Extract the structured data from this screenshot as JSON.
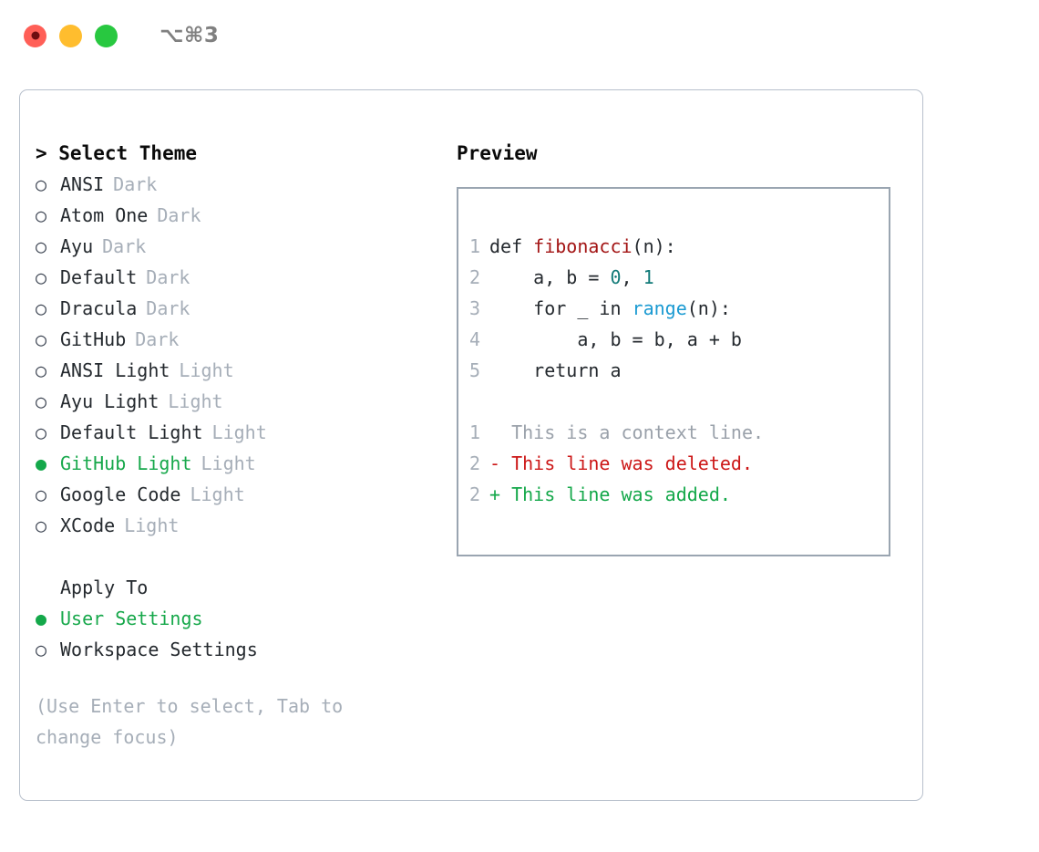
{
  "titlebar": {
    "shortcut": "⌥⌘3",
    "buttons": [
      {
        "name": "close",
        "color": "#ff5f57"
      },
      {
        "name": "minimize",
        "color": "#ffbd2e"
      },
      {
        "name": "maximize",
        "color": "#28c840"
      }
    ]
  },
  "theme_picker": {
    "header": "> Select Theme",
    "items": [
      {
        "marker": "○",
        "label": "ANSI",
        "tag": "Dark",
        "selected": false
      },
      {
        "marker": "○",
        "label": "Atom One",
        "tag": "Dark",
        "selected": false
      },
      {
        "marker": "○",
        "label": "Ayu",
        "tag": "Dark",
        "selected": false
      },
      {
        "marker": "○",
        "label": "Default",
        "tag": "Dark",
        "selected": false
      },
      {
        "marker": "○",
        "label": "Dracula",
        "tag": "Dark",
        "selected": false
      },
      {
        "marker": "○",
        "label": "GitHub",
        "tag": "Dark",
        "selected": false
      },
      {
        "marker": "○",
        "label": "ANSI Light",
        "tag": "Light",
        "selected": false
      },
      {
        "marker": "○",
        "label": "Ayu Light",
        "tag": "Light",
        "selected": false
      },
      {
        "marker": "○",
        "label": "Default Light",
        "tag": "Light",
        "selected": false
      },
      {
        "marker": "●",
        "label": "GitHub Light",
        "tag": "Light",
        "selected": true
      },
      {
        "marker": "○",
        "label": "Google Code",
        "tag": "Light",
        "selected": false
      },
      {
        "marker": "○",
        "label": "XCode",
        "tag": "Light",
        "selected": false
      }
    ]
  },
  "apply_to": {
    "header": "Apply To",
    "items": [
      {
        "marker": "●",
        "label": "User Settings",
        "selected": true
      },
      {
        "marker": "○",
        "label": "Workspace Settings",
        "selected": false
      }
    ]
  },
  "hint": "(Use Enter to select, Tab to change focus)",
  "preview": {
    "title": "Preview",
    "code_lines": [
      {
        "no": "1",
        "segments": [
          {
            "text": "def ",
            "kind": "plain"
          },
          {
            "text": "fibonacci",
            "kind": "fn"
          },
          {
            "text": "(n):",
            "kind": "plain"
          }
        ]
      },
      {
        "no": "2",
        "segments": [
          {
            "text": "    a, b = ",
            "kind": "plain"
          },
          {
            "text": "0",
            "kind": "num"
          },
          {
            "text": ", ",
            "kind": "plain"
          },
          {
            "text": "1",
            "kind": "num"
          }
        ]
      },
      {
        "no": "3",
        "segments": [
          {
            "text": "    for _ in ",
            "kind": "plain"
          },
          {
            "text": "range",
            "kind": "blue"
          },
          {
            "text": "(n):",
            "kind": "plain"
          }
        ]
      },
      {
        "no": "4",
        "segments": [
          {
            "text": "        a, b = b, a + b",
            "kind": "plain"
          }
        ]
      },
      {
        "no": "5",
        "segments": [
          {
            "text": "    return a",
            "kind": "plain"
          }
        ]
      }
    ],
    "diff_lines": [
      {
        "no": "1",
        "prefix": "  ",
        "text": "This is a context line.",
        "kind": "context"
      },
      {
        "no": "2",
        "prefix": "- ",
        "text": "This line was deleted.",
        "kind": "deleted"
      },
      {
        "no": "2",
        "prefix": "+ ",
        "text": "This line was added.",
        "kind": "added"
      }
    ]
  },
  "colors": {
    "accent_green": "#14a84a",
    "function_red": "#a31515",
    "number_teal": "#117a78",
    "builtin_blue": "#1a9ad2",
    "diff_deleted": "#cc1717",
    "diff_added": "#14a84a",
    "muted": "#a6aeb8",
    "border": "#b8c0cc",
    "preview_border": "#9aa5b1"
  }
}
